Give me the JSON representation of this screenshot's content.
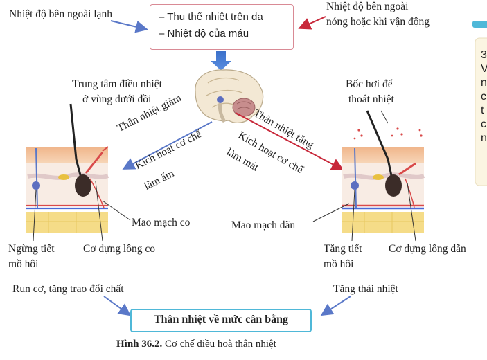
{
  "top": {
    "left_trigger": "Nhiệt độ bên ngoài lạnh",
    "right_trigger_line1": "Nhiệt độ bên ngoài",
    "right_trigger_line2": "nóng hoặc khi vận động",
    "receptor_line1": "– Thu thể nhiệt trên da",
    "receptor_line2": "– Nhiệt độ của máu"
  },
  "brain": {
    "center_line1": "Trung tâm điều nhiệt",
    "center_line2": "ở vùng dưới đồi"
  },
  "left_branch": {
    "arrow_top": "Thân nhiệt giảm",
    "arrow_bottom_line1": "Kích hoạt cơ chế",
    "arrow_bottom_line2": "làm ấm",
    "capillary": "Mao mạch co",
    "sweat_line1": "Ngừng tiết",
    "sweat_line2": "mồ hôi",
    "muscle": "Cơ dựng lông co",
    "outcome": "Run cơ, tăng trao đổi chất"
  },
  "right_branch": {
    "arrow_top": "Thân nhiệt tăng",
    "arrow_bottom_line1": "Kích hoạt cơ chế",
    "arrow_bottom_line2": "làm mát",
    "evaporation_line1": "Bốc hơi để",
    "evaporation_line2": "thoát nhiệt",
    "capillary": "Mao mạch dãn",
    "sweat_line1": "Tăng tiết",
    "sweat_line2": "mồ hôi",
    "muscle": "Cơ dựng lông dãn",
    "outcome": "Tăng thải nhiệt"
  },
  "result": "Thân nhiệt về mức cân bằng",
  "caption_label": "Hình 36.2.",
  "caption_text": " Cơ chế điều hoà thân nhiệt",
  "side_panel": {
    "number": "3",
    "letters": [
      "V",
      "n",
      "c",
      "t",
      "c",
      "n"
    ]
  },
  "colors": {
    "blue_arrow": "#5a78c8",
    "red_arrow": "#c8283a",
    "box_border": "#d98a95",
    "result_border": "#4fb8d8"
  }
}
